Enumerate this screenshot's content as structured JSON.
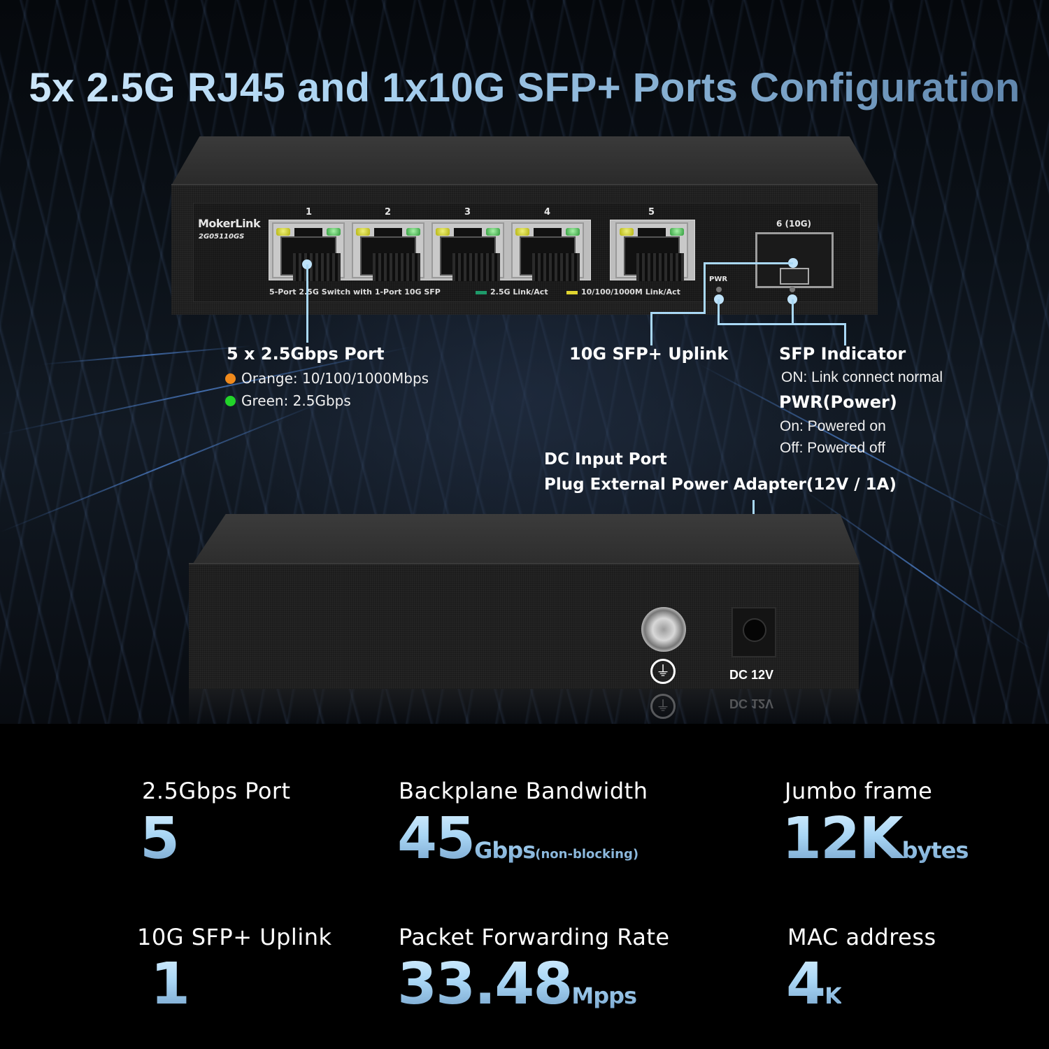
{
  "title": "5x 2.5G RJ45 and 1x10G SFP+ Ports Configuration",
  "front_panel": {
    "brand": "MokerLink",
    "model": "2G05110GS",
    "ports": [
      {
        "number": "1"
      },
      {
        "number": "2"
      },
      {
        "number": "3"
      },
      {
        "number": "4"
      },
      {
        "number": "5"
      }
    ],
    "sfp_port_label": "6 (10G)",
    "pwr_label": "PWR",
    "caption": "5-Port 2.5G Switch with 1-Port 10G SFP",
    "legend": [
      {
        "label": "2.5G Link/Act",
        "color": "#1e9a6a"
      },
      {
        "label": "10/100/1000M Link/Act",
        "color": "#e0d430"
      }
    ]
  },
  "annotations": {
    "ports": {
      "title": "5 x 2.5Gbps Port",
      "items": [
        {
          "label": "Orange: 10/100/1000Mbps",
          "color": "#f08a1c"
        },
        {
          "label": "Green: 2.5Gbps",
          "color": "#22d42a"
        }
      ]
    },
    "sfp_uplink": {
      "title": "10G SFP+ Uplink"
    },
    "sfp_indicator": {
      "title": "SFP Indicator",
      "text": "ON: Link connect normal"
    },
    "pwr": {
      "title": "PWR(Power)",
      "on": "On: Powered on",
      "off": "Off: Powered off"
    },
    "dc_input": {
      "title": "DC Input Port",
      "text": "Plug External Power Adapter(12V / 1A)"
    }
  },
  "rear_panel": {
    "dc_label": "DC 12V",
    "ground_symbol": "⏚"
  },
  "specs": [
    {
      "label": "2.5Gbps Port",
      "value": "5",
      "unit": "",
      "note": ""
    },
    {
      "label": "Backplane Bandwidth",
      "value": "45",
      "unit": "Gbps",
      "note": "(non-blocking)"
    },
    {
      "label": "Jumbo frame",
      "value": "12K",
      "unit": "bytes",
      "note": ""
    },
    {
      "label": "10G SFP+ Uplink",
      "value": "1",
      "unit": "",
      "note": ""
    },
    {
      "label": "Packet Forwarding Rate",
      "value": "33.48",
      "unit": "Mpps",
      "note": ""
    },
    {
      "label": "MAC address",
      "value": "4",
      "unit": "K",
      "note": ""
    }
  ],
  "colors": {
    "callout_line": "#a9d8f5",
    "title_gradient_start": "#cfe8fb",
    "title_gradient_end": "#5e84ab",
    "led_yellow": "#e0d430",
    "led_green": "#3fbf4a"
  }
}
